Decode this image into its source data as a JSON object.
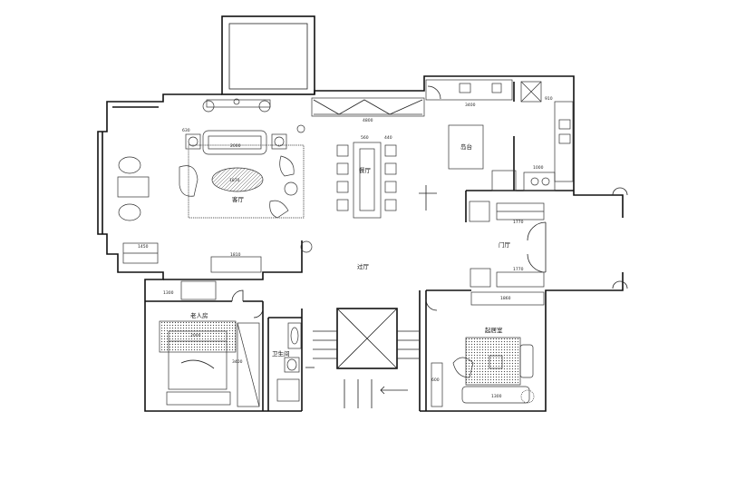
{
  "rooms": {
    "living": "客厅",
    "dining": "餐厅",
    "island": "岛台",
    "foyer": "门厅",
    "hall": "过厅",
    "elder_bedroom": "老人房",
    "bathroom": "卫生间",
    "study": "起居室"
  },
  "dims": {
    "d1": "630",
    "d2": "2000",
    "d3": "1870",
    "d4": "1450",
    "d5": "1810",
    "d6": "4800",
    "d7": "560",
    "d8": "440",
    "d9": "3400",
    "d10": "910",
    "d11": "1000",
    "d12": "1770",
    "d13": "1770",
    "d14": "1300",
    "d15": "2000",
    "d16": "3400",
    "d17": "1860",
    "d18": "1300",
    "d19": "600"
  }
}
